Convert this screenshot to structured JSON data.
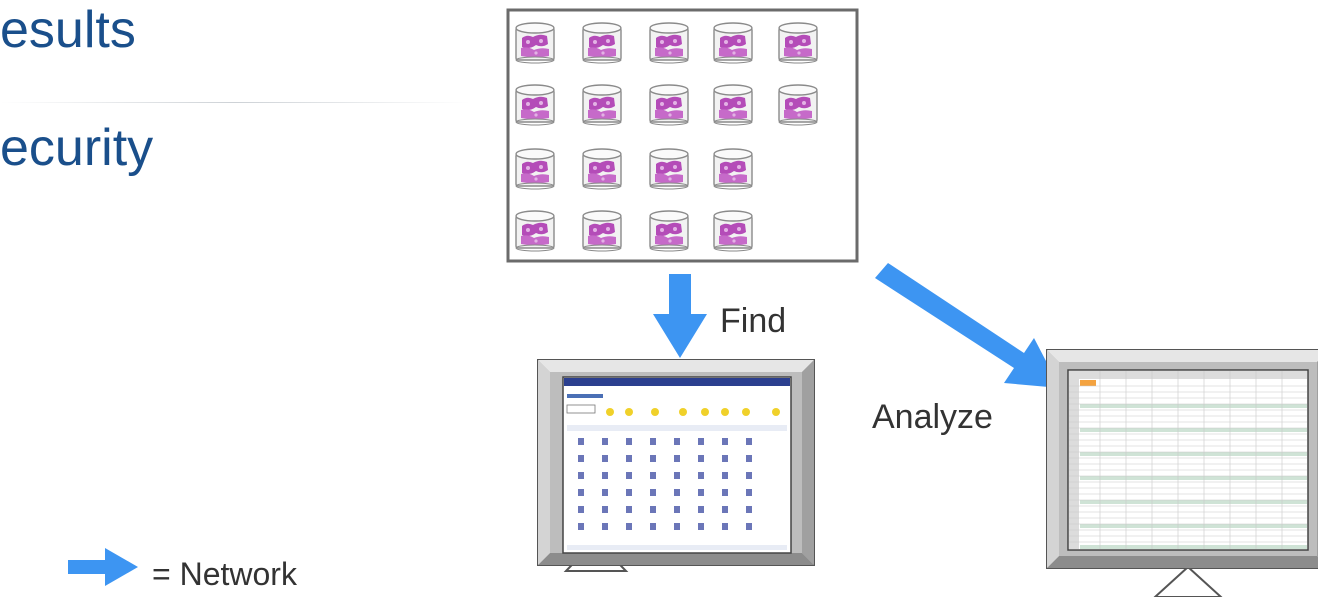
{
  "title_lines": [
    "esults",
    "ecurity"
  ],
  "labels": {
    "find": "Find",
    "analyze": "Analyze",
    "legend": "= Network"
  },
  "colors": {
    "title": "#1a4f8b",
    "arrow": "#3d95f2",
    "jar_specimen": "#b44cb8"
  },
  "storage": {
    "rows": [
      5,
      5,
      4,
      4
    ]
  },
  "monitors": [
    {
      "name": "viewer",
      "screen": "digital-slides-portal"
    },
    {
      "name": "analysis",
      "screen": "spreadsheet"
    }
  ]
}
